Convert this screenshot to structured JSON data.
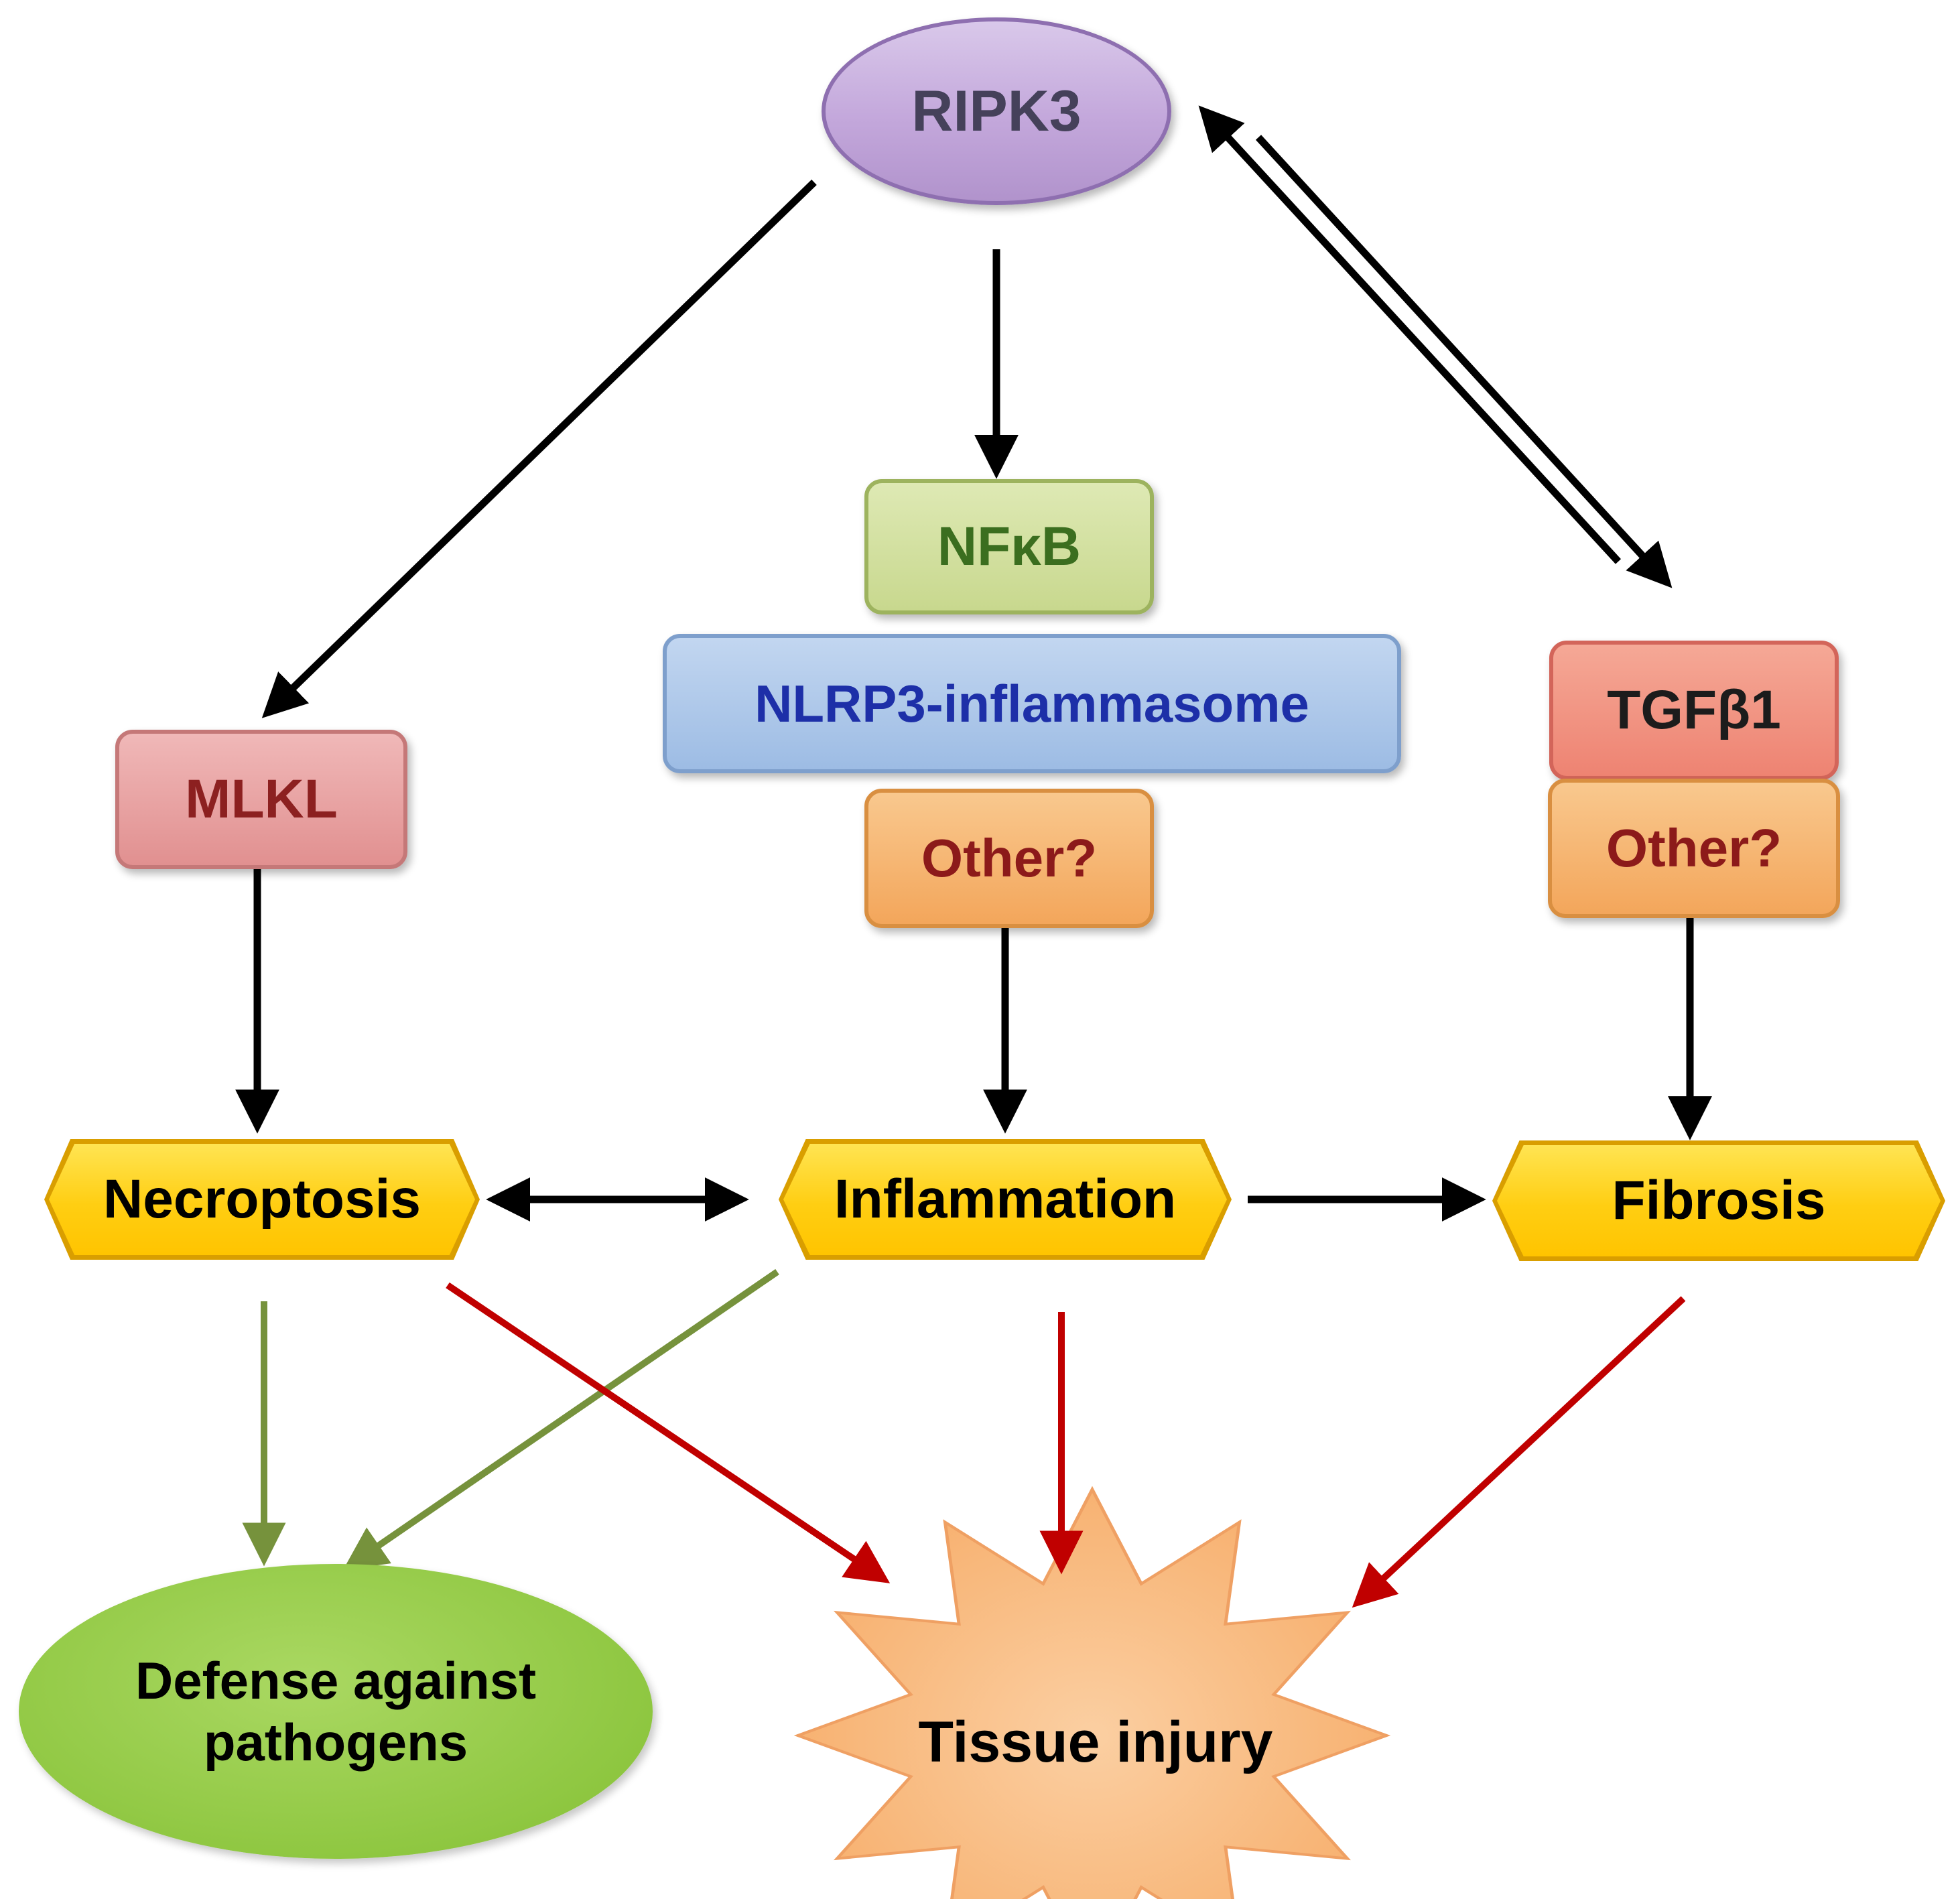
{
  "nodes": {
    "ripk3": {
      "label": "RIPK3"
    },
    "nfkb": {
      "label": "NFκB"
    },
    "nlrp3": {
      "label": "NLRP3-inflammasome"
    },
    "other_mid": {
      "label": "Other?"
    },
    "mlkl": {
      "label": "MLKL"
    },
    "tgfb1": {
      "label": "TGFβ1"
    },
    "other_right": {
      "label": "Other?"
    },
    "necroptosis": {
      "label": "Necroptosis"
    },
    "inflammation": {
      "label": "Inflammation"
    },
    "fibrosis": {
      "label": "Fibrosis"
    },
    "defense": {
      "label_line1": "Defense against",
      "label_line2": "pathogens"
    },
    "tissue_injury": {
      "label": "Tissue injury"
    }
  },
  "edges": [
    {
      "from": "RIPK3",
      "to": "MLKL",
      "color": "black",
      "bidirectional": false
    },
    {
      "from": "RIPK3",
      "to": "NFκB",
      "color": "black",
      "bidirectional": false
    },
    {
      "from": "TGFβ1",
      "to": "RIPK3",
      "color": "black",
      "bidirectional": false
    },
    {
      "from": "RIPK3",
      "to": "TGFβ1",
      "color": "black",
      "bidirectional": false
    },
    {
      "from": "MLKL",
      "to": "Necroptosis",
      "color": "black",
      "bidirectional": false
    },
    {
      "from": "Other? (NFκB/NLRP3 group)",
      "to": "Inflammation",
      "color": "black",
      "bidirectional": false
    },
    {
      "from": "Other? (TGFβ1 group)",
      "to": "Fibrosis",
      "color": "black",
      "bidirectional": false
    },
    {
      "from": "Necroptosis",
      "to": "Inflammation",
      "color": "black",
      "bidirectional": true
    },
    {
      "from": "Inflammation",
      "to": "Fibrosis",
      "color": "black",
      "bidirectional": false
    },
    {
      "from": "Necroptosis",
      "to": "Defense against pathogens",
      "color": "green",
      "bidirectional": false
    },
    {
      "from": "Inflammation",
      "to": "Defense against pathogens",
      "color": "green",
      "bidirectional": false
    },
    {
      "from": "Necroptosis",
      "to": "Tissue injury",
      "color": "red",
      "bidirectional": false
    },
    {
      "from": "Inflammation",
      "to": "Tissue injury",
      "color": "red",
      "bidirectional": false
    },
    {
      "from": "Fibrosis",
      "to": "Tissue injury",
      "color": "red",
      "bidirectional": false
    }
  ],
  "colors": {
    "ripk3_fill": "#C3A7DB",
    "nfkb_fill": "#CFDE9E",
    "nlrp3_fill": "#AEC9EA",
    "other_fill": "#F5B26C",
    "mlkl_fill": "#E8A3A3",
    "tgfb1_fill": "#F09283",
    "pathway_hex_fill": "#FFCE12",
    "defense_fill": "#8DC63F",
    "tissue_injury_fill": "#F8B87E",
    "arrow_black": "#000000",
    "arrow_green": "#76923C",
    "arrow_red": "#C00000"
  }
}
